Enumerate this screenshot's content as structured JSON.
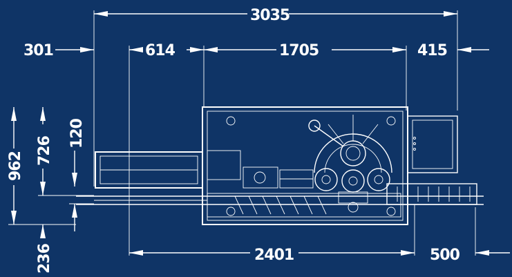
{
  "colors": {
    "background": "#0f3466",
    "lines": "#ffffff"
  },
  "dimensions": {
    "overall_length": "3035",
    "left_overhang": "301",
    "feed_section": "614",
    "machine_body": "1705",
    "right_overhang": "415",
    "base_length": "2401",
    "discharge": "500",
    "total_height": "962",
    "body_height": "726",
    "conveyor_height": "120",
    "bottom_offset": "236"
  }
}
